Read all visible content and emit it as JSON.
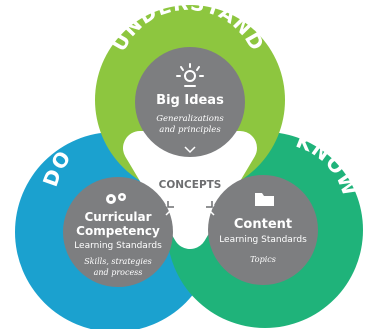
{
  "rings": {
    "understand": {
      "label": "UNDERSTAND",
      "color": "#8dc63f"
    },
    "do": {
      "label": "DO",
      "color": "#1ba1cf"
    },
    "know": {
      "label": "KNOW",
      "color": "#1fb37a"
    }
  },
  "inner_disc_color": "#7d7e80",
  "nodes": {
    "big_ideas": {
      "title": "Big Ideas",
      "line1": "Generalizations",
      "line2": "and principles",
      "icon": "lightbulb-burst-icon"
    },
    "curricular": {
      "title1": "Curricular",
      "title2": "Competency",
      "subtitle": "Learning Standards",
      "line1": "Skills, strategies",
      "line2": "and process",
      "icon": "gears-icon"
    },
    "content": {
      "title": "Content",
      "subtitle": "Learning Standards",
      "line1": "Topics",
      "icon": "folder-icon"
    }
  },
  "center": {
    "label": "CONCEPTS"
  }
}
